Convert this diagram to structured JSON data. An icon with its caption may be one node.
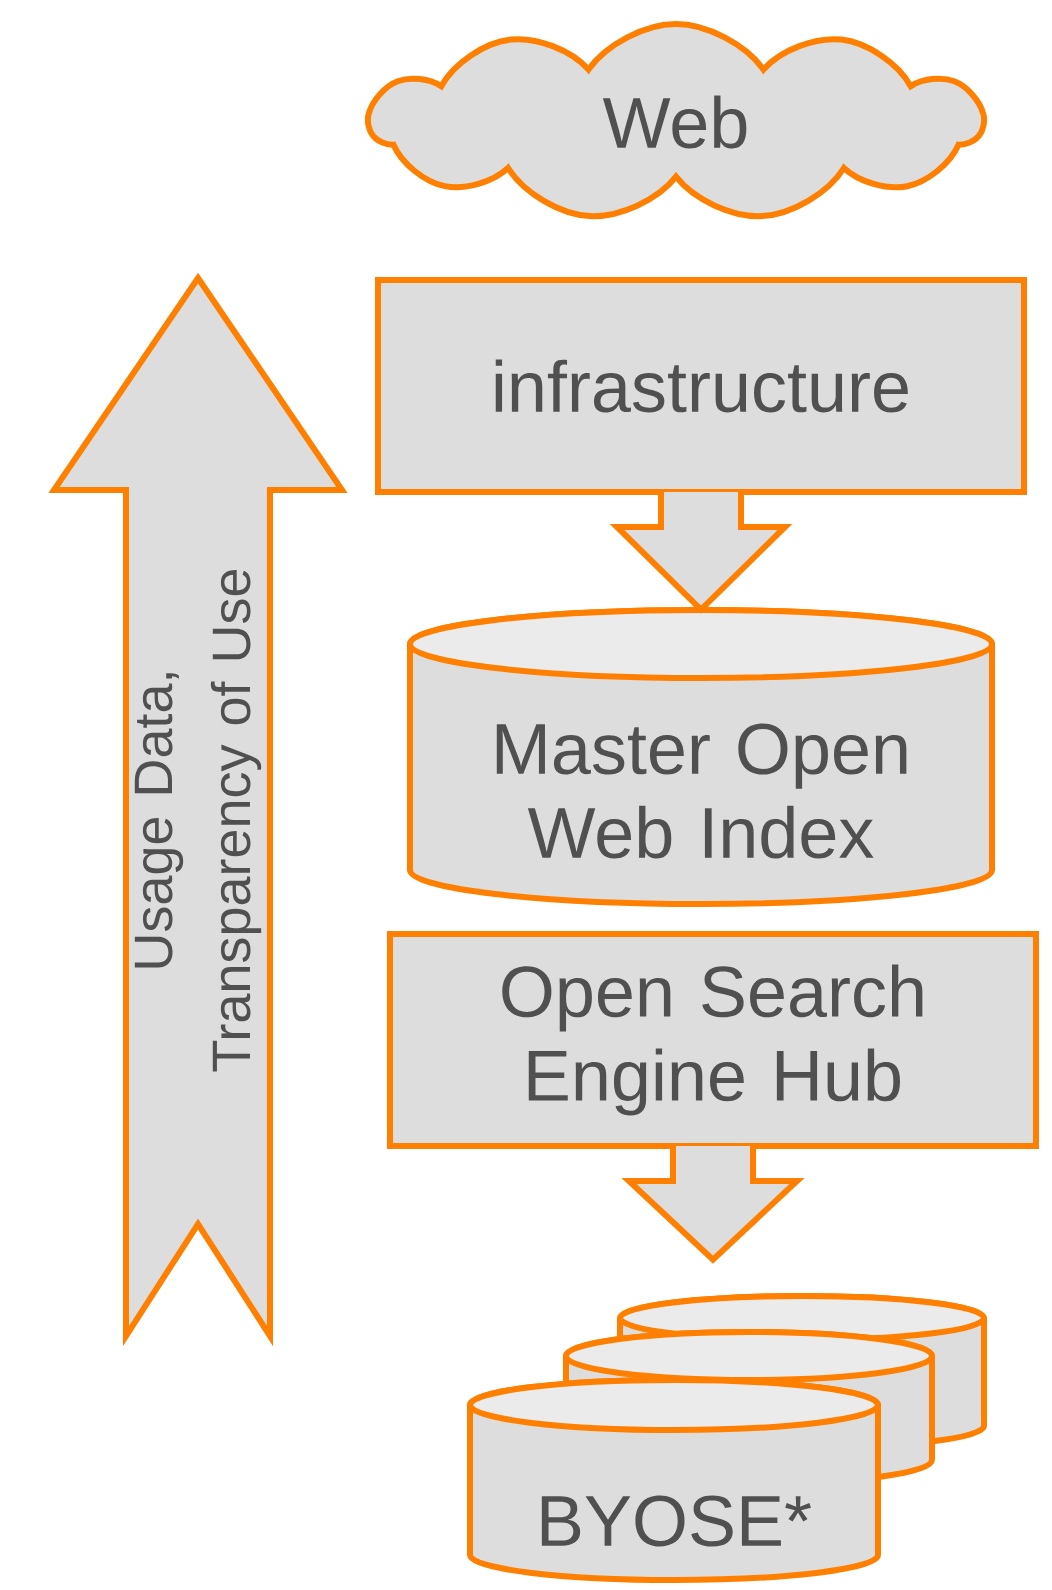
{
  "diagram": {
    "nodes": [
      {
        "text": [
          "Web"
        ]
      },
      {
        "text": [
          "Usage Data, Transparency of Use"
        ]
      },
      {
        "text": [
          "infrastructure"
        ]
      },
      {
        "text": [
          "Master Open Web Index"
        ]
      },
      {
        "text": [
          "Open Search Engine Hub"
        ]
      },
      {
        "text": [],
        "shape": "cylinder"
      },
      {
        "text": [],
        "shape": "cylinder"
      },
      {
        "text": [
          "BYOSE*"
        ]
      }
    ],
    "edges": [
      {
        "from": 2,
        "to": 3,
        "arrow": "to"
      },
      {
        "from": 4,
        "to": 7,
        "arrow": "to"
      }
    ]
  }
}
